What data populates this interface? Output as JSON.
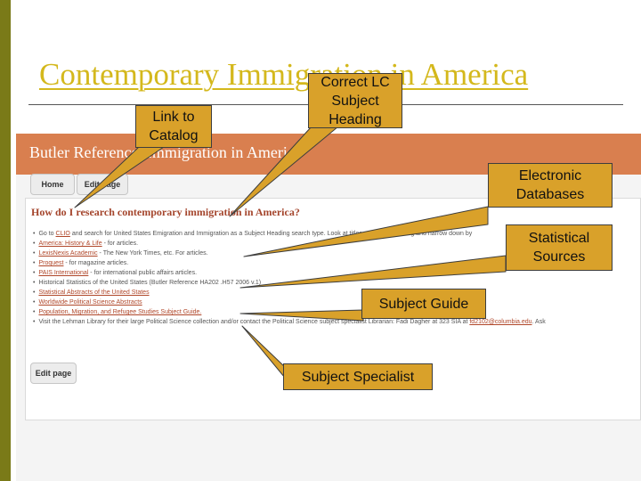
{
  "slide": {
    "title": "Contemporary Immigration in America"
  },
  "screenshot": {
    "header": "Butler Reference: Immigration in America",
    "buttons": {
      "home": "Home",
      "edit_page": "Edit page",
      "edit_page_bottom": "Edit page"
    },
    "heading": "How do I research contemporary immigration in America?",
    "items": [
      {
        "link": "CLIO",
        "pre": "Go to ",
        "post": " and search for United States Emigration and Immigration as a Subject Heading search type. Look at titles under the heading and narrow down by"
      },
      {
        "link": "America: History & Life",
        "pre": "",
        "post": " - for articles."
      },
      {
        "link": "LexisNexis Academic",
        "pre": "",
        "post": " - The New York Times, etc. For articles."
      },
      {
        "link": "Proquest",
        "pre": "",
        "post": " - for magazine articles."
      },
      {
        "link": "PAIS International",
        "pre": "",
        "post": " - for international public affairs articles."
      },
      {
        "link": "",
        "pre": "Historical Statistics of the United States (Butler Reference HA202 .H57 2006 v.1)",
        "post": ""
      },
      {
        "link": "Statistical Abstracts of the United States",
        "pre": "",
        "post": ""
      },
      {
        "link": "Worldwide Political Science Abstracts",
        "pre": "",
        "post": ""
      },
      {
        "link": "Population, Migration, and Refugee Studies Subject Guide.",
        "pre": "",
        "post": ""
      },
      {
        "link": "fd2102@columbia.edu",
        "pre": "Visit the Lehman Library for their large Political Science collection and/or contact the Political Science subject specialist Librarian: Fadi Dagher at 323 SIA at ",
        "post": ". Ask"
      }
    ]
  },
  "callouts": {
    "link_to_catalog": "Link to Catalog",
    "correct_lc_subject_heading": "Correct LC Subject Heading",
    "electronic_databases": "Electronic Databases",
    "statistical_sources": "Statistical Sources",
    "subject_guide": "Subject Guide",
    "subject_specialist": "Subject Specialist"
  },
  "colors": {
    "title": "#d4b81c",
    "callout_fill": "#d9a12a",
    "header_bg": "#d97f4f",
    "heading": "#a4452c",
    "link": "#b0472a",
    "left_bar": "#7a7a18"
  }
}
